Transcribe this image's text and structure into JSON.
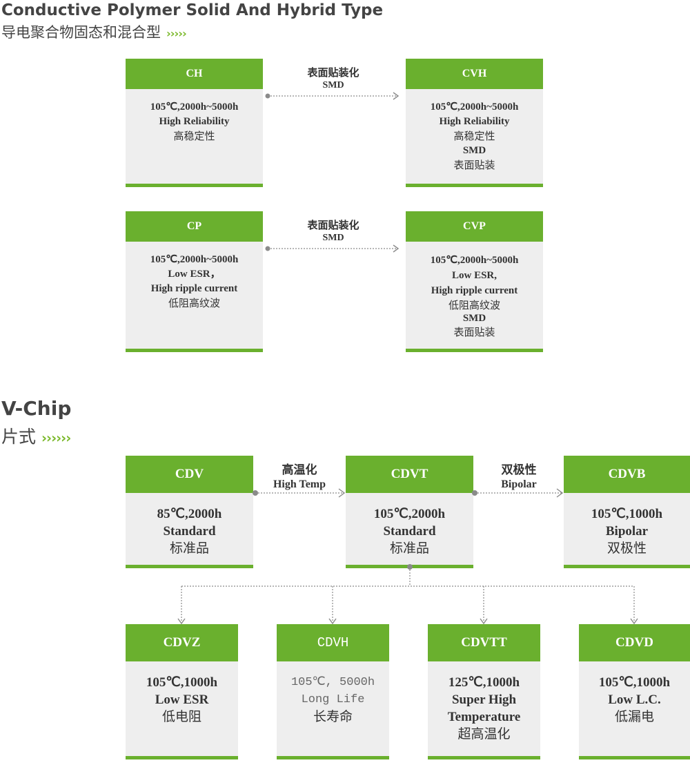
{
  "section1": {
    "title": "Conductive Polymer Solid And Hybrid Type",
    "subtitle": "导电聚合物固态和混合型",
    "arrows": "›››››",
    "cards": {
      "ch": {
        "header": "CH",
        "lines": [
          "105℃,2000h~5000h",
          "High Reliability",
          "高稳定性"
        ]
      },
      "cvh": {
        "header": "CVH",
        "lines": [
          "105℃,2000h~5000h",
          "High Reliability",
          "高稳定性",
          "SMD",
          "表面贴装"
        ]
      },
      "cp": {
        "header": "CP",
        "lines": [
          "105℃,2000h~5000h",
          "Low ESR，",
          "High ripple current",
          "低阻高纹波"
        ]
      },
      "cvp": {
        "header": "CVP",
        "lines": [
          "105℃,2000h~5000h",
          "Low ESR,",
          "High ripple current",
          "低阻高纹波",
          "SMD",
          "表面贴装"
        ]
      }
    },
    "connectors": [
      {
        "cn": "表面贴装化",
        "en": "SMD"
      },
      {
        "cn": "表面贴装化",
        "en": "SMD"
      }
    ]
  },
  "section2": {
    "title": "V-Chip",
    "subtitle": "片式",
    "arrows": "››››››",
    "cards": {
      "cdv": {
        "header": "CDV",
        "lines": [
          "85℃,2000h",
          "Standard",
          "标准品"
        ]
      },
      "cdvt": {
        "header": "CDVT",
        "lines": [
          "105℃,2000h",
          "Standard",
          "标准品"
        ]
      },
      "cdvb": {
        "header": "CDVB",
        "lines": [
          "105℃,1000h",
          "Bipolar",
          "双极性"
        ]
      },
      "cdvz": {
        "header": "CDVZ",
        "lines": [
          "105℃,1000h",
          "Low ESR",
          "低电阻"
        ]
      },
      "cdvh": {
        "header": "CDVH",
        "lines": [
          "105℃, 5000h",
          "Long Life",
          "长寿命"
        ]
      },
      "cdvtt": {
        "header": "CDVTT",
        "lines": [
          "125℃,1000h",
          "Super High",
          "Temperature",
          "超高温化"
        ]
      },
      "cdvd": {
        "header": "CDVD",
        "lines": [
          "105℃,1000h",
          "Low L.C.",
          "低漏电"
        ]
      }
    },
    "connectors": [
      {
        "cn": "高温化",
        "en": "High Temp"
      },
      {
        "cn": "双极性",
        "en": "Bipolar"
      }
    ]
  },
  "colors": {
    "accent": "#6ab02e",
    "card_bg": "#eeeeee",
    "arrow": "#7ab829",
    "line": "#888888"
  }
}
